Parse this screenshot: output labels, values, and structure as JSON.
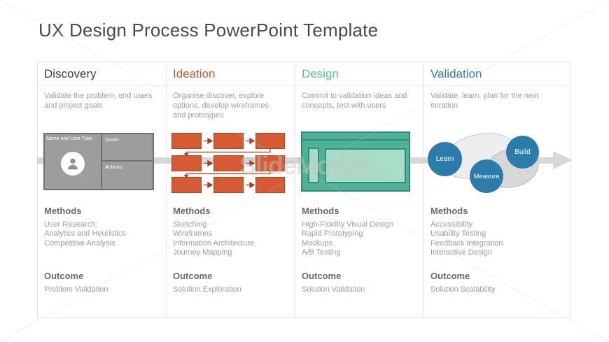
{
  "slide": {
    "title": "UX Design Process PowerPoint Template",
    "watermark_brand": "SlideModel",
    "watermark_tld": ".com"
  },
  "columns": [
    {
      "label": "Discovery",
      "accent_color": "#3c4043",
      "description": "Validate the problem, end users and project goals",
      "methods_heading": "Methods",
      "methods": [
        "User Research:",
        "Analytics and Heuristics",
        "Competitive Analysis"
      ],
      "outcome_heading": "Outcome",
      "outcome": "Problem Validation"
    },
    {
      "label": "Ideation",
      "accent_color": "#c85a38",
      "description": "Organise discover, explore options, develop wireframes and prototypes",
      "methods_heading": "Methods",
      "methods": [
        "Sketching",
        "Wireframes",
        "Information Architecture",
        "Journey Mapping"
      ],
      "outcome_heading": "Outcome",
      "outcome": "Solution Exploration"
    },
    {
      "label": "Design",
      "accent_color": "#5bbfa3",
      "description": "Commit to validation ideas and concepts, test with users",
      "methods_heading": "Methods",
      "methods": [
        "High-Fidelity Visual Design",
        "Rapid Prototyping",
        "Mockups",
        "A/B Testing"
      ],
      "outcome_heading": "Outcome",
      "outcome": "Solution Validation"
    },
    {
      "label": "Validation",
      "accent_color": "#2e7ea8",
      "description": "Validate, learn, plan for the next iteration",
      "methods_heading": "Methods",
      "methods": [
        "Accessibility",
        "Usability Testing",
        "Feedback Integration",
        "Interactive Design"
      ],
      "outcome_heading": "Outcome",
      "outcome": "Solution Scalability"
    }
  ],
  "graphics": {
    "persona_card": {
      "name_label": "Name and User Type",
      "goals_label": "Goals",
      "actions_label": "Actions"
    },
    "loop_circles": [
      "Learn",
      "Build",
      "Measure"
    ],
    "colors": {
      "ideation_box": "#d75b32",
      "ideation_box_border": "#b04526",
      "ideation_arrow": "#a63c1e",
      "design_fill": "#4fb197",
      "design_fill_light": "#a9dcc8",
      "design_border": "#2e8e74",
      "persona_fill": "#9d9d9d",
      "persona_border": "#6f6f6f",
      "loop_circle_blue": "#2c7cab",
      "process_arrow_gray": "#d8d8d8"
    }
  }
}
